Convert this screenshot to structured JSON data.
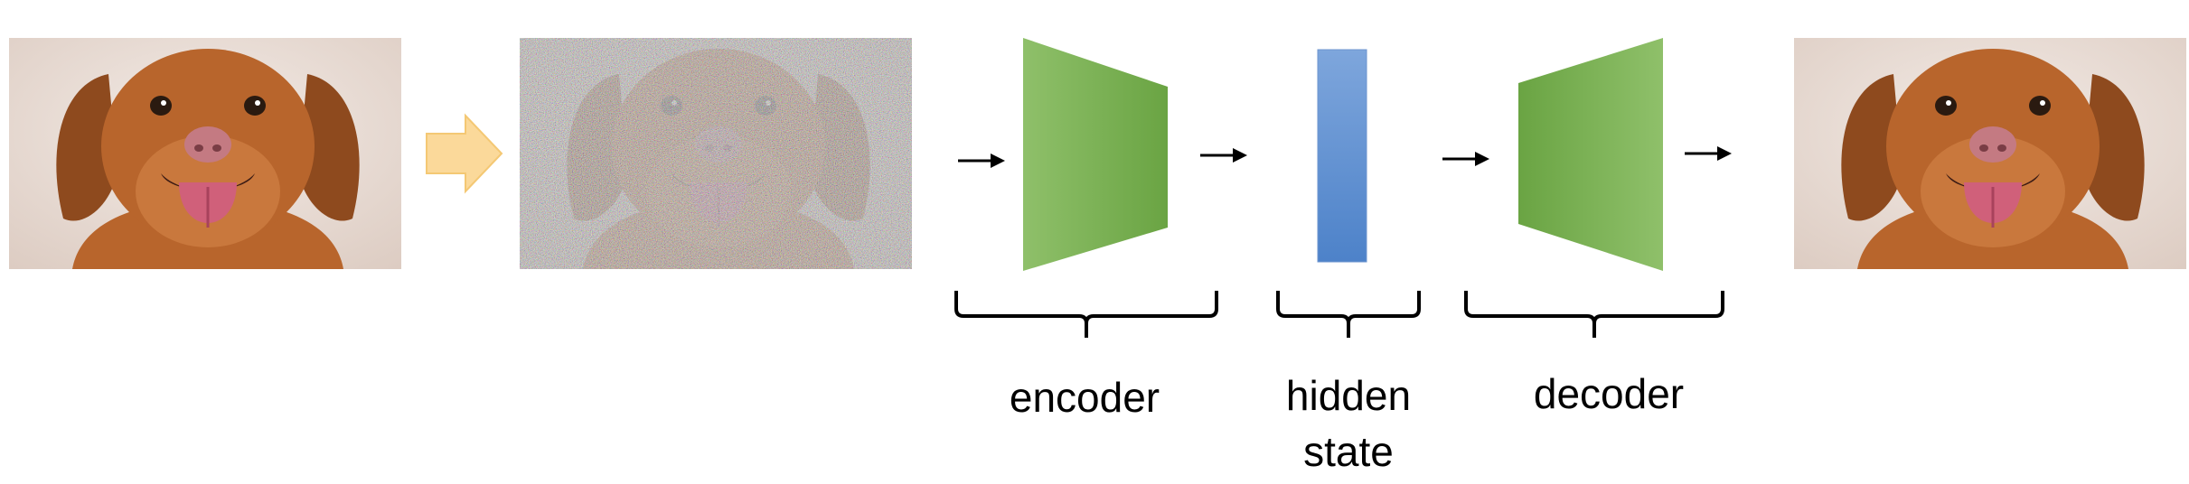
{
  "labels": {
    "encoder": "encoder",
    "hidden_line1": "hidden",
    "hidden_line2": "state",
    "decoder": "decoder"
  },
  "colors": {
    "photo_background": "#eadfd8",
    "dog_fur": "#b8652c",
    "dog_fur_dark": "#8e4a1e",
    "tongue": "#d0607a",
    "noise_base": "#7c6f70",
    "arrow_fill": "#fbd99a",
    "arrow_stroke": "#f4c874",
    "block_green_light": "#8fc06a",
    "block_green_dark": "#6aa443",
    "hidden_blue_light": "#7ea6dc",
    "hidden_blue_dark": "#4d82c9",
    "line": "#000000"
  },
  "icons": {
    "input_image": "dog-photo",
    "noisy_image": "noisy-dog-photo",
    "transform_arrow": "block-arrow-right",
    "output_image": "reconstructed-dog-photo"
  }
}
